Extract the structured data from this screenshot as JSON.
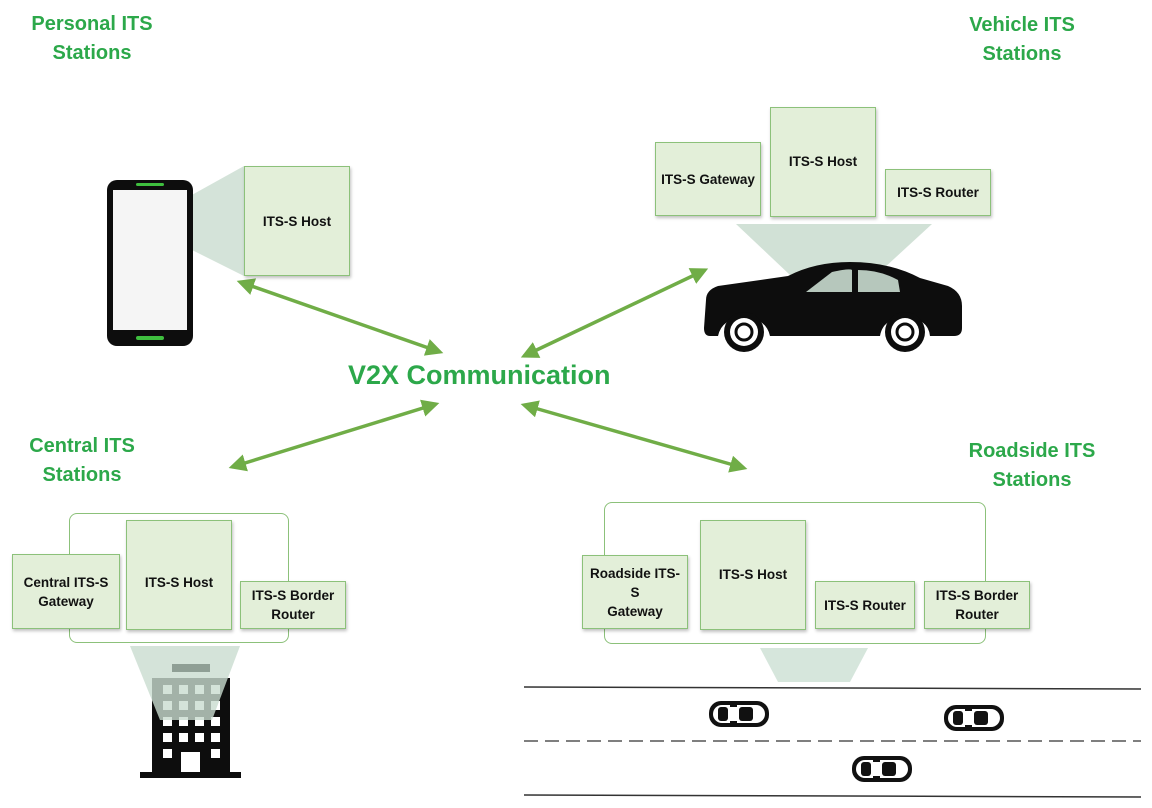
{
  "center": {
    "title": "V2X Communication"
  },
  "stations": {
    "personal": {
      "title_line1": "Personal ITS",
      "title_line2": "Stations",
      "host": "ITS-S Host"
    },
    "vehicle": {
      "title_line1": "Vehicle ITS",
      "title_line2": "Stations",
      "gateway": "ITS-S Gateway",
      "host": "ITS-S Host",
      "router": "ITS-S Router"
    },
    "central": {
      "title_line1": "Central ITS",
      "title_line2": "Stations",
      "gateway_line1": "Central ITS-S",
      "gateway_line2": "Gateway",
      "host": "ITS-S Host",
      "border_router_line1": "ITS-S Border",
      "border_router_line2": "Router"
    },
    "roadside": {
      "title_line1": "Roadside ITS",
      "title_line2": "Stations",
      "gateway_line1": "Roadside ITS-S",
      "gateway_line2": "Gateway",
      "host": "ITS-S Host",
      "router": "ITS-S Router",
      "border_router_line1": "ITS-S Border",
      "border_router_line2": "Router"
    }
  },
  "colors": {
    "accent_green": "#2ca84a",
    "arrow_green": "#70ad47",
    "box_fill": "#e3efd9",
    "box_border": "#8cc17a",
    "projection_fill": "#c9dccf"
  },
  "icons": [
    "smartphone-icon",
    "car-icon",
    "office-building-icon",
    "highway-icon",
    "small-car-icon"
  ]
}
